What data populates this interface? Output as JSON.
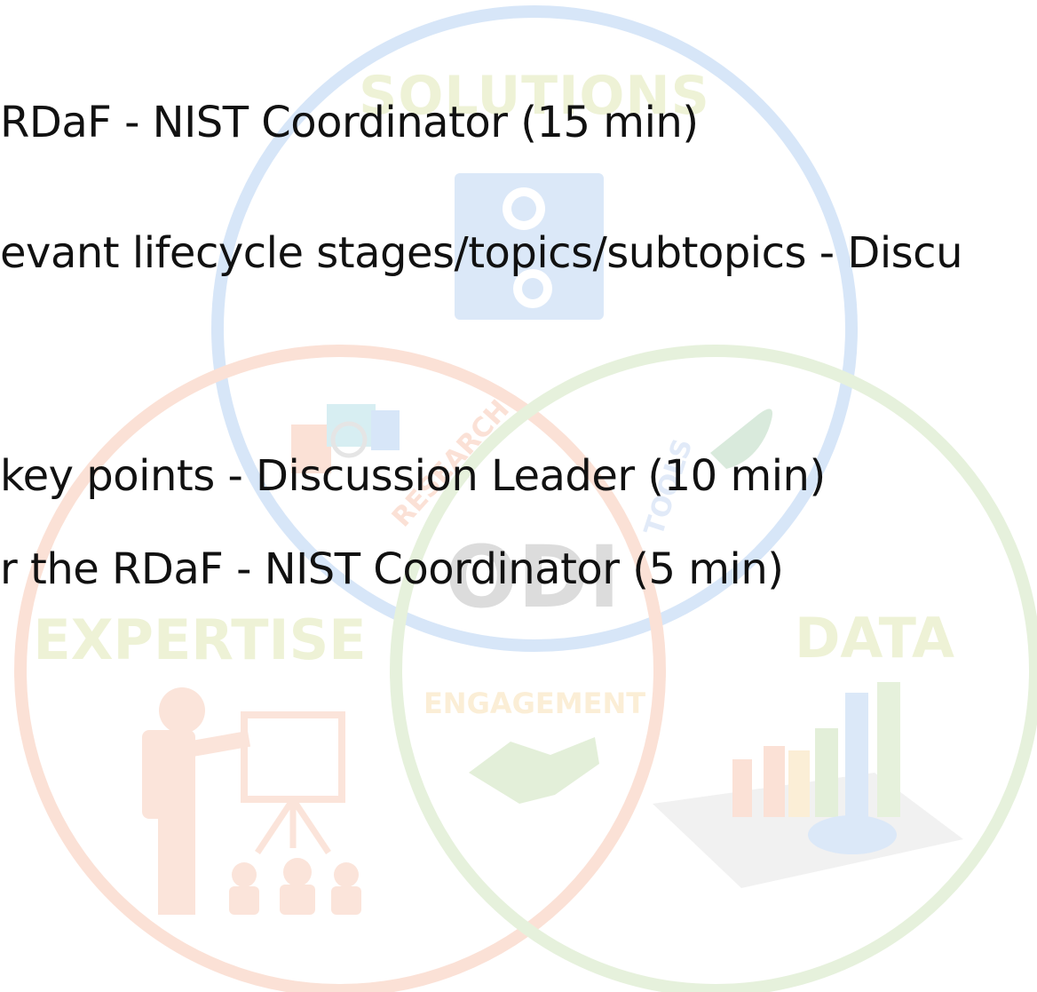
{
  "agenda": {
    "lines": [
      "RDaF - NIST Coordinator (15 min)",
      "evant lifecycle stages/topics/subtopics - Discu",
      "key points - Discussion Leader (10 min)",
      "r the RDaF - NIST Coordinator (5 min)"
    ]
  },
  "background": {
    "solutions_label": "SOLUTIONS",
    "expertise_label": "EXPERTISE",
    "data_label": "DATA",
    "engagement_label": "ENGAGEMENT",
    "research_label": "RESEARCH",
    "tools_label": "TOOLS",
    "center_logo": "ODI",
    "colors": {
      "blue": "#d7e6f8",
      "orange": "#fbe1d6",
      "green": "#e6f1dc",
      "logo": "#dcdcdc"
    }
  }
}
